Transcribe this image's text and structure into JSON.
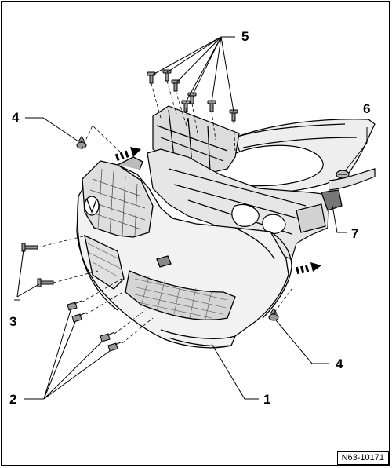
{
  "callouts": {
    "c1": "1",
    "c2": "2",
    "c3": "3",
    "c4a": "4",
    "c4b": "4",
    "c5": "5",
    "c6": "6",
    "c7": "7"
  },
  "reference_code": "N63-10171",
  "colors": {
    "line": "#000000",
    "shade": "#d9d9d9",
    "background": "#ffffff"
  }
}
